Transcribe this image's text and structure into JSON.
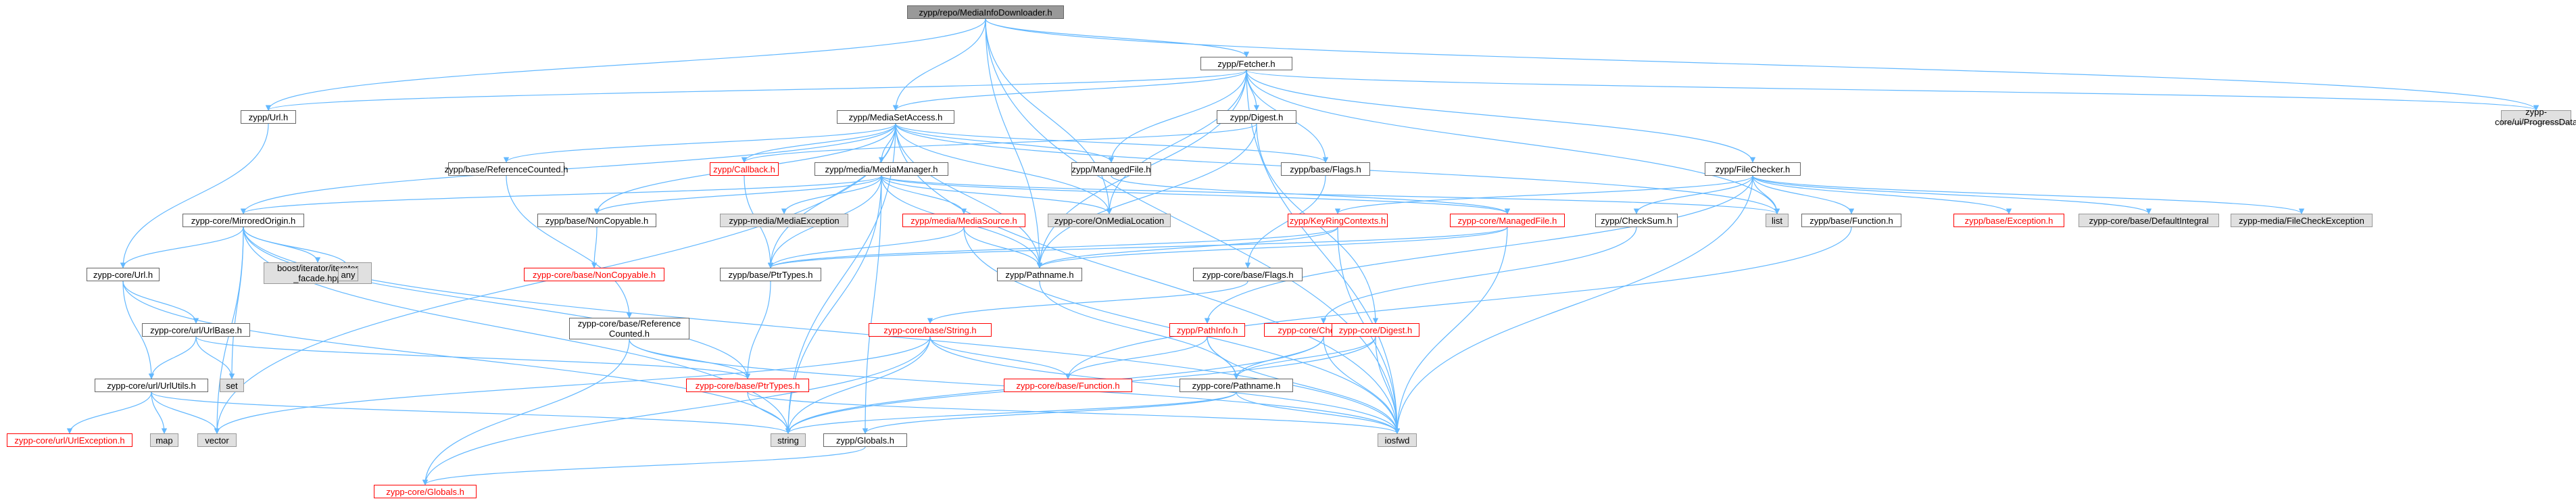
{
  "diagram": {
    "edge_color": "#63b8ff",
    "nodes": [
      {
        "id": "root",
        "label": "zypp/repo/MediaInfoDownloader.h",
        "style": "root"
      },
      {
        "id": "fetcher",
        "label": "zypp/Fetcher.h",
        "style": "normal"
      },
      {
        "id": "url",
        "label": "zypp/Url.h",
        "style": "normal"
      },
      {
        "id": "msa",
        "label": "zypp/MediaSetAccess.h",
        "style": "normal"
      },
      {
        "id": "progress",
        "label": "zypp-core/ui/ProgressData",
        "style": "sys"
      },
      {
        "id": "digest",
        "label": "zypp/Digest.h",
        "style": "normal"
      },
      {
        "id": "fchecker",
        "label": "zypp/FileChecker.h",
        "style": "normal"
      },
      {
        "id": "basecounted",
        "label": "zypp/base/ReferenceCounted.h",
        "style": "normal"
      },
      {
        "id": "callback",
        "label": "zypp/Callback.h",
        "style": "red"
      },
      {
        "id": "mediamgr",
        "label": "zypp/media/MediaManager.h",
        "style": "normal"
      },
      {
        "id": "managedfile",
        "label": "zypp/ManagedFile.h",
        "style": "normal"
      },
      {
        "id": "flags",
        "label": "zypp/base/Flags.h",
        "style": "normal"
      },
      {
        "id": "mirrored",
        "label": "zypp-core/MirroredOrigin.h",
        "style": "normal"
      },
      {
        "id": "noncopyable",
        "label": "zypp/base/NonCopyable.h",
        "style": "normal"
      },
      {
        "id": "mediaexc",
        "label": "zypp-media/MediaException",
        "style": "sys"
      },
      {
        "id": "mediasrc",
        "label": "zypp/media/MediaSource.h",
        "style": "red"
      },
      {
        "id": "onmedia",
        "label": "zypp-core/OnMediaLocation",
        "style": "sys"
      },
      {
        "id": "coremanaged",
        "label": "zypp-core/ManagedFile.h",
        "style": "red"
      },
      {
        "id": "checksum",
        "label": "zypp/CheckSum.h",
        "style": "normal"
      },
      {
        "id": "list",
        "label": "list",
        "style": "sys"
      },
      {
        "id": "function",
        "label": "zypp/base/Function.h",
        "style": "normal"
      },
      {
        "id": "exception",
        "label": "zypp/base/Exception.h",
        "style": "red"
      },
      {
        "id": "defaultint",
        "label": "zypp-core/base/DefaultIntegral",
        "style": "sys"
      },
      {
        "id": "filecheckexc",
        "label": "zypp-media/FileCheckException",
        "style": "sys"
      },
      {
        "id": "coreurl",
        "label": "zypp-core/Url.h",
        "style": "normal"
      },
      {
        "id": "boostiter",
        "label": "boost/iterator/iterator\n_facade.hpp",
        "style": "sys"
      },
      {
        "id": "any",
        "label": "any",
        "style": "sys"
      },
      {
        "id": "corenoncopy",
        "label": "zypp-core/base/NonCopyable.h",
        "style": "red"
      },
      {
        "id": "ptrtypes",
        "label": "zypp/base/PtrTypes.h",
        "style": "normal"
      },
      {
        "id": "keyring",
        "label": "zypp/KeyRingContexts.h",
        "style": "red"
      },
      {
        "id": "pathname",
        "label": "zypp/Pathname.h",
        "style": "normal"
      },
      {
        "id": "coreflags",
        "label": "zypp-core/base/Flags.h",
        "style": "normal"
      },
      {
        "id": "urlbase",
        "label": "zypp-core/url/UrlBase.h",
        "style": "normal"
      },
      {
        "id": "corerefcount",
        "label": "zypp-core/base/Reference\nCounted.h",
        "style": "normal"
      },
      {
        "id": "corestring",
        "label": "zypp-core/base/String.h",
        "style": "red"
      },
      {
        "id": "pathinfo",
        "label": "zypp/PathInfo.h",
        "style": "red"
      },
      {
        "id": "corechecksum",
        "label": "zypp-core/CheckSum.h",
        "style": "red"
      },
      {
        "id": "coredigest",
        "label": "zypp-core/Digest.h",
        "style": "red"
      },
      {
        "id": "set",
        "label": "set",
        "style": "sys"
      },
      {
        "id": "urlutils",
        "label": "zypp-core/url/UrlUtils.h",
        "style": "normal"
      },
      {
        "id": "coreptr",
        "label": "zypp-core/base/PtrTypes.h",
        "style": "red"
      },
      {
        "id": "corefunction",
        "label": "zypp-core/base/Function.h",
        "style": "red"
      },
      {
        "id": "corepathname",
        "label": "zypp-core/Pathname.h",
        "style": "normal"
      },
      {
        "id": "urlexc",
        "label": "zypp-core/url/UrlException.h",
        "style": "red"
      },
      {
        "id": "map",
        "label": "map",
        "style": "sys"
      },
      {
        "id": "vector",
        "label": "vector",
        "style": "sys"
      },
      {
        "id": "string",
        "label": "string",
        "style": "sys"
      },
      {
        "id": "globals",
        "label": "zypp/Globals.h",
        "style": "normal"
      },
      {
        "id": "iosfwd",
        "label": "iosfwd",
        "style": "sys"
      },
      {
        "id": "coreglobals",
        "label": "zypp-core/Globals.h",
        "style": "red"
      }
    ],
    "edges": [
      [
        "root",
        "fetcher"
      ],
      [
        "root",
        "url"
      ],
      [
        "root",
        "msa"
      ],
      [
        "root",
        "progress"
      ],
      [
        "root",
        "onmedia"
      ],
      [
        "root",
        "pathname"
      ],
      [
        "root",
        "iosfwd"
      ],
      [
        "fetcher",
        "url"
      ],
      [
        "fetcher",
        "msa"
      ],
      [
        "fetcher",
        "progress"
      ],
      [
        "fetcher",
        "digest"
      ],
      [
        "fetcher",
        "fchecker"
      ],
      [
        "fetcher",
        "flags"
      ],
      [
        "fetcher",
        "list"
      ],
      [
        "fetcher",
        "onmedia"
      ],
      [
        "fetcher",
        "pathname"
      ],
      [
        "fetcher",
        "managedfile"
      ],
      [
        "fetcher",
        "iosfwd"
      ],
      [
        "url",
        "coreurl"
      ],
      [
        "msa",
        "basecounted"
      ],
      [
        "msa",
        "callback"
      ],
      [
        "msa",
        "mediamgr"
      ],
      [
        "msa",
        "managedfile"
      ],
      [
        "msa",
        "flags"
      ],
      [
        "msa",
        "mirrored"
      ],
      [
        "msa",
        "noncopyable"
      ],
      [
        "msa",
        "onmedia"
      ],
      [
        "msa",
        "pathname"
      ],
      [
        "msa",
        "list"
      ],
      [
        "msa",
        "vector"
      ],
      [
        "msa",
        "string"
      ],
      [
        "msa",
        "iosfwd"
      ],
      [
        "msa",
        "ptrtypes"
      ],
      [
        "digest",
        "coredigest"
      ],
      [
        "digest",
        "pathname"
      ],
      [
        "digest",
        "callback"
      ],
      [
        "fchecker",
        "checksum"
      ],
      [
        "fchecker",
        "list"
      ],
      [
        "fchecker",
        "function"
      ],
      [
        "fchecker",
        "exception"
      ],
      [
        "fchecker",
        "defaultint"
      ],
      [
        "fchecker",
        "filecheckexc"
      ],
      [
        "fchecker",
        "keyring"
      ],
      [
        "fchecker",
        "pathinfo"
      ],
      [
        "fchecker",
        "iosfwd"
      ],
      [
        "basecounted",
        "corerefcount"
      ],
      [
        "callback",
        "ptrtypes"
      ],
      [
        "mediamgr",
        "noncopyable"
      ],
      [
        "mediamgr",
        "mediaexc"
      ],
      [
        "mediamgr",
        "mediasrc"
      ],
      [
        "mediamgr",
        "onmedia"
      ],
      [
        "mediamgr",
        "coremanaged"
      ],
      [
        "mediamgr",
        "ptrtypes"
      ],
      [
        "mediamgr",
        "pathname"
      ],
      [
        "mediamgr",
        "mirrored"
      ],
      [
        "mediamgr",
        "list"
      ],
      [
        "mediamgr",
        "string"
      ],
      [
        "mediamgr",
        "globals"
      ],
      [
        "managedfile",
        "coremanaged"
      ],
      [
        "flags",
        "coreflags"
      ],
      [
        "mirrored",
        "coreurl"
      ],
      [
        "mirrored",
        "boostiter"
      ],
      [
        "mirrored",
        "any"
      ],
      [
        "mirrored",
        "vector"
      ],
      [
        "mirrored",
        "set"
      ],
      [
        "mirrored",
        "coreptr"
      ],
      [
        "mirrored",
        "string"
      ],
      [
        "mirrored",
        "iosfwd"
      ],
      [
        "noncopyable",
        "corenoncopy"
      ],
      [
        "mediasrc",
        "ptrtypes"
      ],
      [
        "mediasrc",
        "pathname"
      ],
      [
        "mediasrc",
        "iosfwd"
      ],
      [
        "coremanaged",
        "pathname"
      ],
      [
        "coremanaged",
        "ptrtypes"
      ],
      [
        "coremanaged",
        "iosfwd"
      ],
      [
        "checksum",
        "corechecksum"
      ],
      [
        "function",
        "corefunction"
      ],
      [
        "coreurl",
        "urlbase"
      ],
      [
        "coreurl",
        "urlutils"
      ],
      [
        "coreurl",
        "string"
      ],
      [
        "ptrtypes",
        "coreptr"
      ],
      [
        "keyring",
        "pathname"
      ],
      [
        "keyring",
        "ptrtypes"
      ],
      [
        "keyring",
        "iosfwd"
      ],
      [
        "pathname",
        "corepathname"
      ],
      [
        "urlbase",
        "urlutils"
      ],
      [
        "urlbase",
        "coreptr"
      ],
      [
        "urlbase",
        "set"
      ],
      [
        "corerefcount",
        "coreptr"
      ],
      [
        "corerefcount",
        "coreglobals"
      ],
      [
        "corerefcount",
        "iosfwd"
      ],
      [
        "corestring",
        "corefunction"
      ],
      [
        "corestring",
        "coreglobals"
      ],
      [
        "corestring",
        "string"
      ],
      [
        "corestring",
        "iosfwd"
      ],
      [
        "corestring",
        "vector"
      ],
      [
        "pathinfo",
        "corefunction"
      ],
      [
        "pathinfo",
        "corepathname"
      ],
      [
        "pathinfo",
        "iosfwd"
      ],
      [
        "corechecksum",
        "corepathname"
      ],
      [
        "corechecksum",
        "string"
      ],
      [
        "corechecksum",
        "iosfwd"
      ],
      [
        "coredigest",
        "corepathname"
      ],
      [
        "coredigest",
        "iosfwd"
      ],
      [
        "coredigest",
        "string"
      ],
      [
        "urlutils",
        "urlexc"
      ],
      [
        "urlutils",
        "map"
      ],
      [
        "urlutils",
        "vector"
      ],
      [
        "urlutils",
        "string"
      ],
      [
        "coreptr",
        "string"
      ],
      [
        "coreptr",
        "iosfwd"
      ],
      [
        "corepathname",
        "globals"
      ],
      [
        "corepathname",
        "string"
      ],
      [
        "corepathname",
        "iosfwd"
      ],
      [
        "globals",
        "coreglobals"
      ],
      [
        "coreflags",
        "corestring"
      ]
    ]
  }
}
